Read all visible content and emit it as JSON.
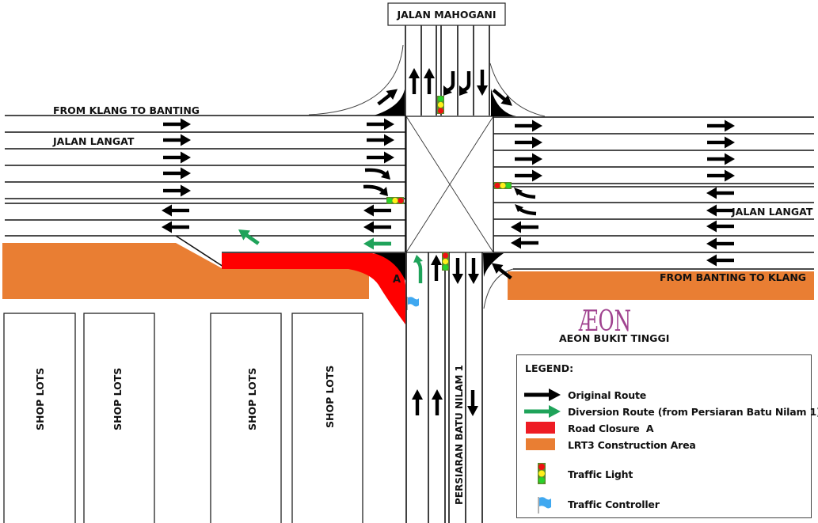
{
  "diagram": {
    "title": "Traffic diversion plan at Jalan Langat / Jalan Mahogani / Persiaran Batu Nilam 1 junction",
    "roads": {
      "north": "JALAN MAHOGANI",
      "west_direction": "FROM KLANG TO BANTING",
      "west_name": "JALAN LANGAT",
      "east_name": "JALAN LANGAT",
      "east_direction": "FROM BANTING TO KLANG",
      "south": "PERSIARAN BATU NILAM 1"
    },
    "closure_marker": "A",
    "buildings": [
      "SHOP LOTS",
      "SHOP LOTS",
      "SHOP LOTS",
      "SHOP LOTS"
    ],
    "landmark": {
      "logo": "ÆON",
      "name": "AEON BUKIT TINGGI"
    },
    "colors": {
      "original_route": "#000000",
      "diversion_route": "#1fa35a",
      "road_closure": "#ff0000",
      "construction": "#e97e33",
      "logo": "#a0438f",
      "controller_flag": "#3fa8f0"
    }
  },
  "legend": {
    "title": "LEGEND:",
    "items": [
      {
        "symbol": "black-arrow",
        "label": "Original Route"
      },
      {
        "symbol": "green-arrow",
        "label": "Diversion Route (from Persiaran Batu Nilam 1)"
      },
      {
        "symbol": "red-swatch",
        "label": "Road Closure  A"
      },
      {
        "symbol": "orange-swatch",
        "label": "LRT3 Construction Area"
      },
      {
        "symbol": "traffic-light",
        "label": "Traffic Light"
      },
      {
        "symbol": "blue-flag",
        "label": "Traffic Controller"
      }
    ]
  }
}
